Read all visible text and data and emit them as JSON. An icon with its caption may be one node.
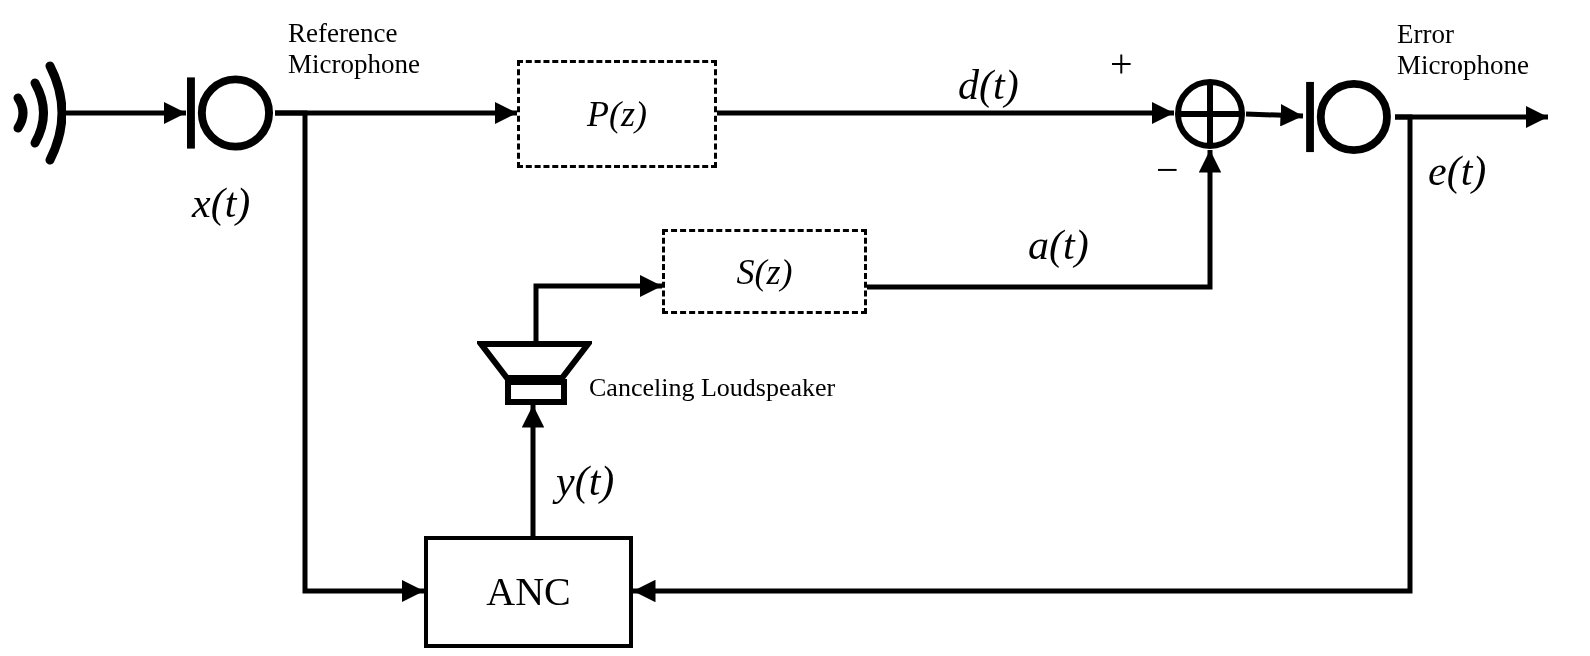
{
  "diagram": {
    "nodes": [
      {
        "text": [],
        "shape": "waves"
      },
      {
        "text": [
          "Reference Microphone"
        ]
      },
      {
        "text": [
          "P(z)"
        ]
      },
      {
        "text": [],
        "shape": "circle",
        "beside": [
          "+",
          "−"
        ]
      },
      {
        "text": [
          "Error Microphone"
        ]
      },
      {
        "text": [
          "S(z)"
        ]
      },
      {
        "text": [
          "Canceling Loudspeaker"
        ]
      },
      {
        "text": [
          "ANC"
        ]
      }
    ],
    "edges": [
      {
        "from": 0,
        "to": 1,
        "arrow": "to"
      },
      {
        "from": 1,
        "to": 2,
        "arrow": "to"
      },
      {
        "from": 1,
        "to": 7,
        "arrow": "to",
        "label": "x(t)"
      },
      {
        "from": 2,
        "to": 3,
        "arrow": "to",
        "label": "d(t)"
      },
      {
        "from": 3,
        "to": 4,
        "arrow": "to"
      },
      {
        "from": 4,
        "to": null,
        "arrow": "to"
      },
      {
        "from": 4,
        "to": 7,
        "arrow": "to",
        "label": "e(t)"
      },
      {
        "from": 5,
        "to": 3,
        "arrow": "to",
        "label": "a(t)"
      },
      {
        "from": 6,
        "to": 5,
        "arrow": "to"
      },
      {
        "from": 7,
        "to": 6,
        "arrow": "to",
        "label": "y(t)"
      }
    ]
  }
}
